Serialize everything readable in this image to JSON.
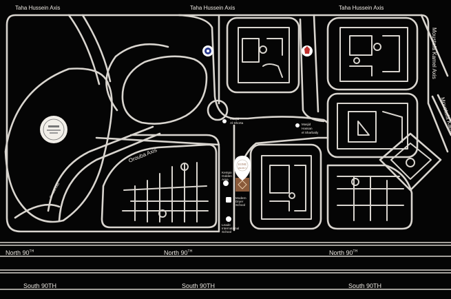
{
  "roads": {
    "top_left": "Taha Hussein Axis",
    "top_center": "Taha Hussein Axis",
    "top_right": "Taha Hussein Axis",
    "right_vertical": "Moustafa Kamel Axis",
    "right_vertical_2": "Moustafa Kamel",
    "north_left": "North 90",
    "north_center": "North 90",
    "north_right": "North 90",
    "north_sup": "TH",
    "south_left": "South 90TH",
    "south_center": "South 90TH",
    "south_right": "South 90TH",
    "diag_1": "Orouba Axis",
    "diag_2": "Orouba Axis"
  },
  "places": {
    "mosque_left_1": "Masjid",
    "mosque_left_2": "Al-Shorta",
    "mosque_right_1": "Masjid",
    "mosque_right_2": "Hassan",
    "mosque_right_3": "el Sharbatly",
    "lm_a_1": "Kempo",
    "lm_a_2": "Golden",
    "lm_a_3": "Area",
    "lm_b_1": "Modern",
    "lm_b_2": "Dryer",
    "lm_b_3": "School",
    "lm_c_1": "Leade",
    "lm_c_2": "International",
    "lm_c_3": "School",
    "project_1": "ICONIC",
    "project_2": "PROJECT"
  },
  "colors": {
    "background": "#050505",
    "road": "#d9d5cf",
    "accent": "#8a5a3a"
  },
  "icons": {
    "university_logo": "university-seal-icon",
    "badge_1": "emblem-blue-icon",
    "badge_2": "emblem-red-icon",
    "pin": "location-pin-icon"
  }
}
